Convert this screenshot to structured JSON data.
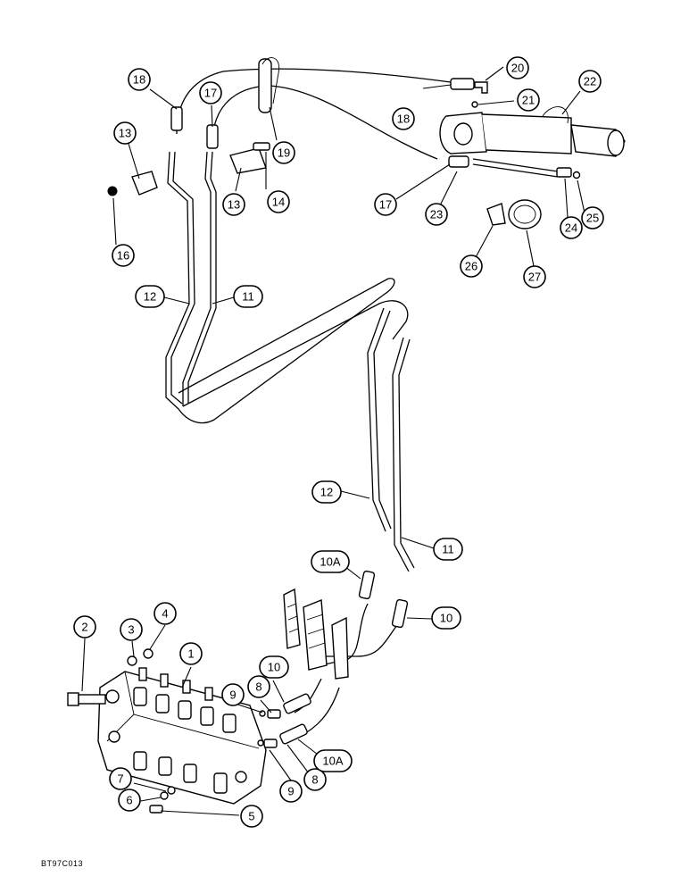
{
  "drawing_id": "BT97C013",
  "callouts": [
    {
      "label": "1"
    },
    {
      "label": "2"
    },
    {
      "label": "3"
    },
    {
      "label": "4"
    },
    {
      "label": "5"
    },
    {
      "label": "6"
    },
    {
      "label": "7"
    },
    {
      "label": "8"
    },
    {
      "label": "8"
    },
    {
      "label": "9"
    },
    {
      "label": "9"
    },
    {
      "label": "10"
    },
    {
      "label": "10"
    },
    {
      "label": "10A"
    },
    {
      "label": "10A"
    },
    {
      "label": "11"
    },
    {
      "label": "11"
    },
    {
      "label": "12"
    },
    {
      "label": "12"
    },
    {
      "label": "13"
    },
    {
      "label": "13"
    },
    {
      "label": "14"
    },
    {
      "label": "16"
    },
    {
      "label": "17"
    },
    {
      "label": "17"
    },
    {
      "label": "18"
    },
    {
      "label": "18"
    },
    {
      "label": "19"
    },
    {
      "label": "20"
    },
    {
      "label": "21"
    },
    {
      "label": "22"
    },
    {
      "label": "23"
    },
    {
      "label": "24"
    },
    {
      "label": "25"
    },
    {
      "label": "26"
    },
    {
      "label": "27"
    }
  ]
}
